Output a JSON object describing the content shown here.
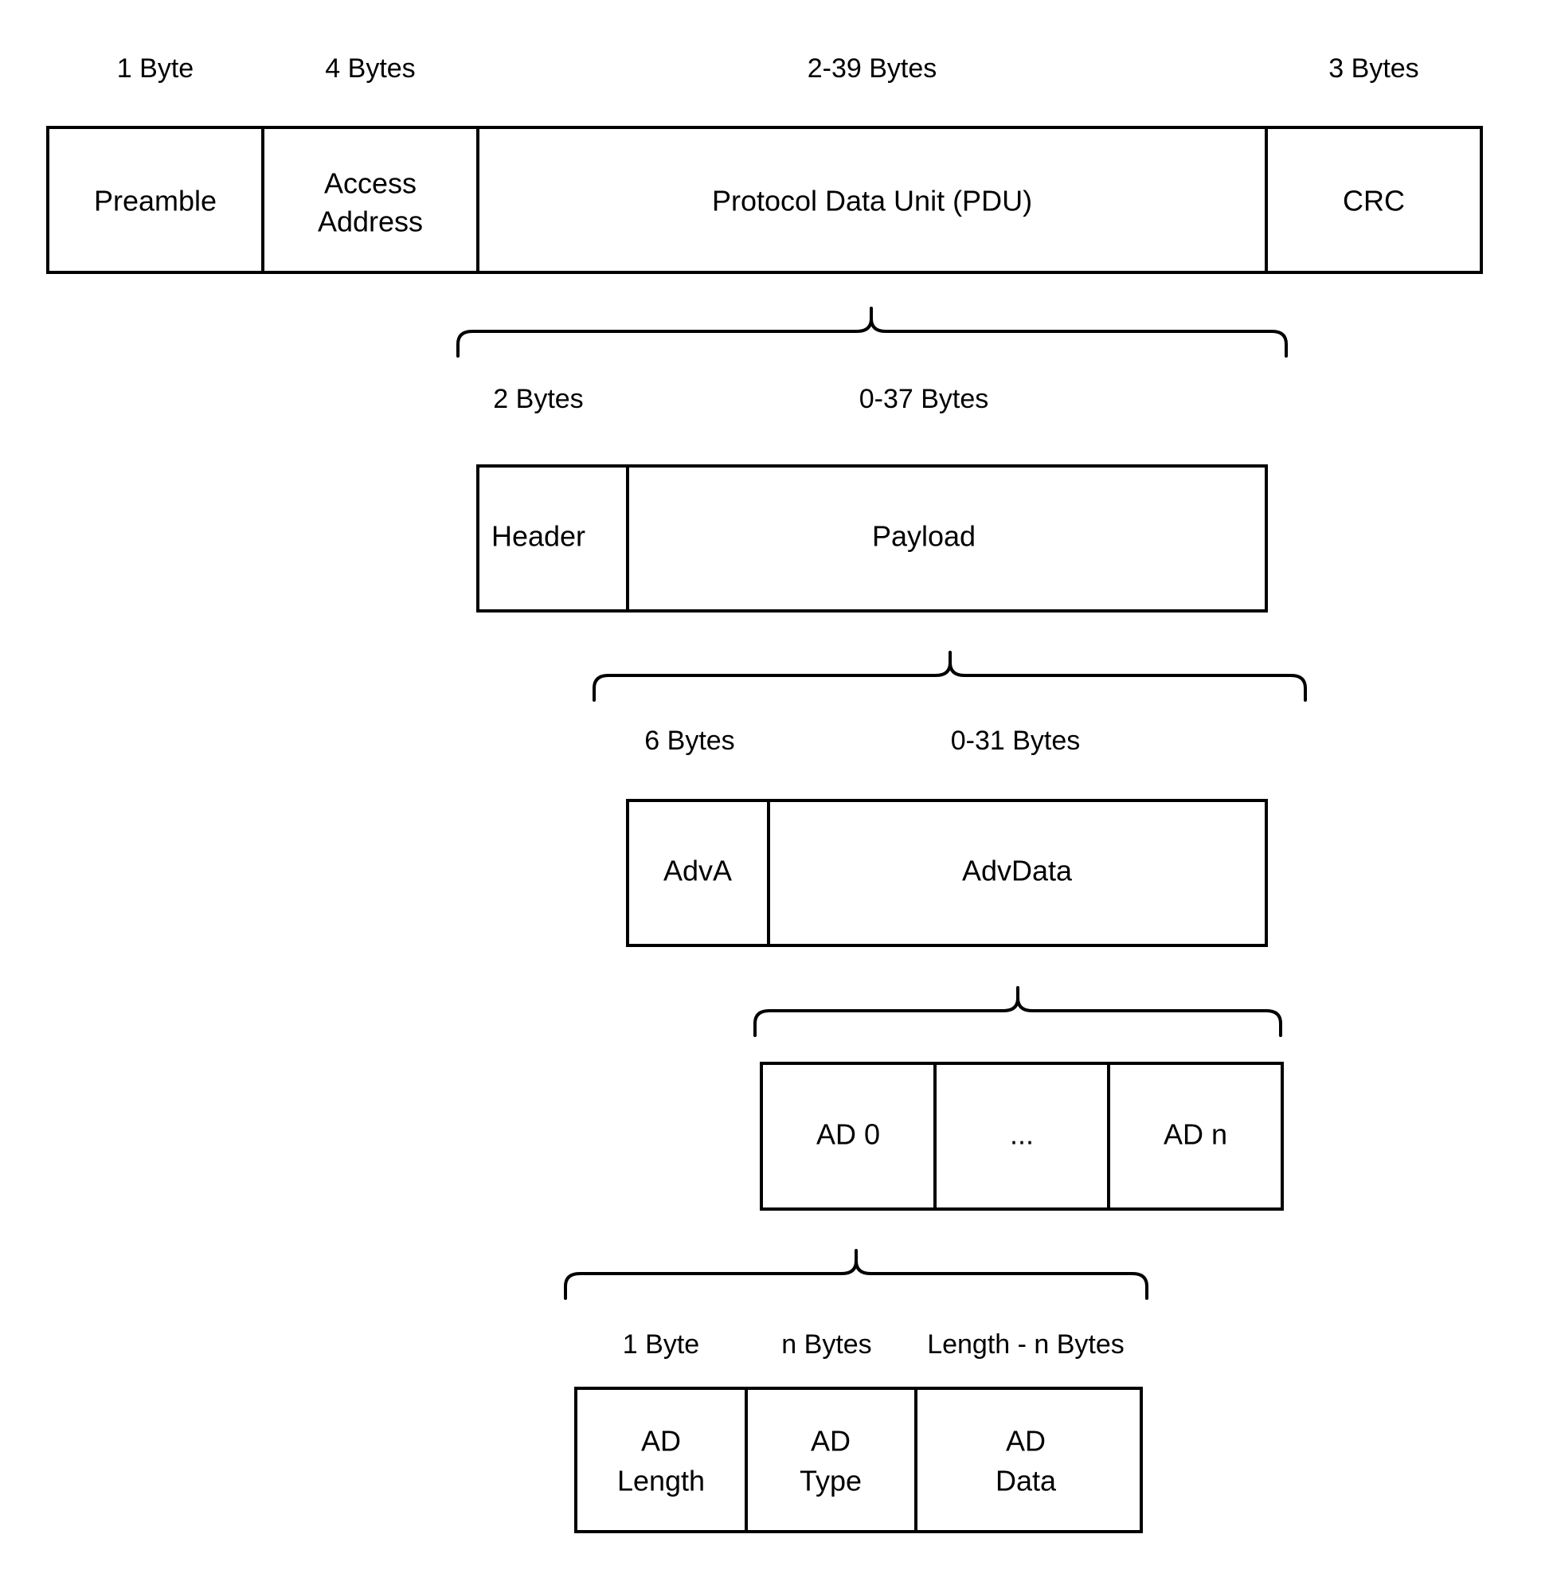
{
  "diagram": {
    "title": "Bluetooth Low Energy Advertising Packet Structure",
    "type": "packet-structure-breakdown",
    "colors": {
      "background": "#ffffff",
      "stroke": "#000000",
      "fill": "#ffffff"
    },
    "levels": [
      {
        "id": "link-layer-packet",
        "size_labels": [
          "1 Byte",
          "4 Bytes",
          "2-39 Bytes",
          "3 Bytes"
        ],
        "cells": [
          {
            "label_lines": [
              "Preamble"
            ]
          },
          {
            "label_lines": [
              "Access",
              "Address"
            ]
          },
          {
            "label_lines": [
              "Protocol Data Unit (PDU)"
            ]
          },
          {
            "label_lines": [
              "CRC"
            ]
          }
        ]
      },
      {
        "id": "pdu",
        "size_labels": [
          "2 Bytes",
          "0-37 Bytes"
        ],
        "cells": [
          {
            "label_lines": [
              "Header"
            ]
          },
          {
            "label_lines": [
              "Payload"
            ]
          }
        ]
      },
      {
        "id": "payload",
        "size_labels": [
          "6 Bytes",
          "0-31 Bytes"
        ],
        "cells": [
          {
            "label_lines": [
              "AdvA"
            ]
          },
          {
            "label_lines": [
              "AdvData"
            ]
          }
        ]
      },
      {
        "id": "advdata",
        "size_labels": [],
        "cells": [
          {
            "label_lines": [
              "AD 0"
            ]
          },
          {
            "label_lines": [
              "..."
            ]
          },
          {
            "label_lines": [
              "AD n"
            ]
          }
        ]
      },
      {
        "id": "ad-structure",
        "size_labels": [
          "1 Byte",
          "n Bytes",
          "Length - n Bytes"
        ],
        "cells": [
          {
            "label_lines": [
              "AD",
              "Length"
            ]
          },
          {
            "label_lines": [
              "AD",
              "Type"
            ]
          },
          {
            "label_lines": [
              "AD",
              "Data"
            ]
          }
        ]
      }
    ]
  },
  "labels": {
    "l0_size_0": "1 Byte",
    "l0_size_1": "4 Bytes",
    "l0_size_2": "2-39 Bytes",
    "l0_size_3": "3 Bytes",
    "l0_cell_0": "Preamble",
    "l0_cell_1_a": "Access",
    "l0_cell_1_b": "Address",
    "l0_cell_2": "Protocol Data Unit (PDU)",
    "l0_cell_3": "CRC",
    "l1_size_0": "2 Bytes",
    "l1_size_1": "0-37 Bytes",
    "l1_cell_0": "Header",
    "l1_cell_1": "Payload",
    "l2_size_0": "6 Bytes",
    "l2_size_1": "0-31 Bytes",
    "l2_cell_0": "AdvA",
    "l2_cell_1": "AdvData",
    "l3_cell_0": "AD 0",
    "l3_cell_1": "...",
    "l3_cell_2": "AD n",
    "l4_size_0": "1 Byte",
    "l4_size_1": "n Bytes",
    "l4_size_2": "Length - n Bytes",
    "l4_cell_0_a": "AD",
    "l4_cell_0_b": "Length",
    "l4_cell_1_a": "AD",
    "l4_cell_1_b": "Type",
    "l4_cell_2_a": "AD",
    "l4_cell_2_b": "Data"
  }
}
